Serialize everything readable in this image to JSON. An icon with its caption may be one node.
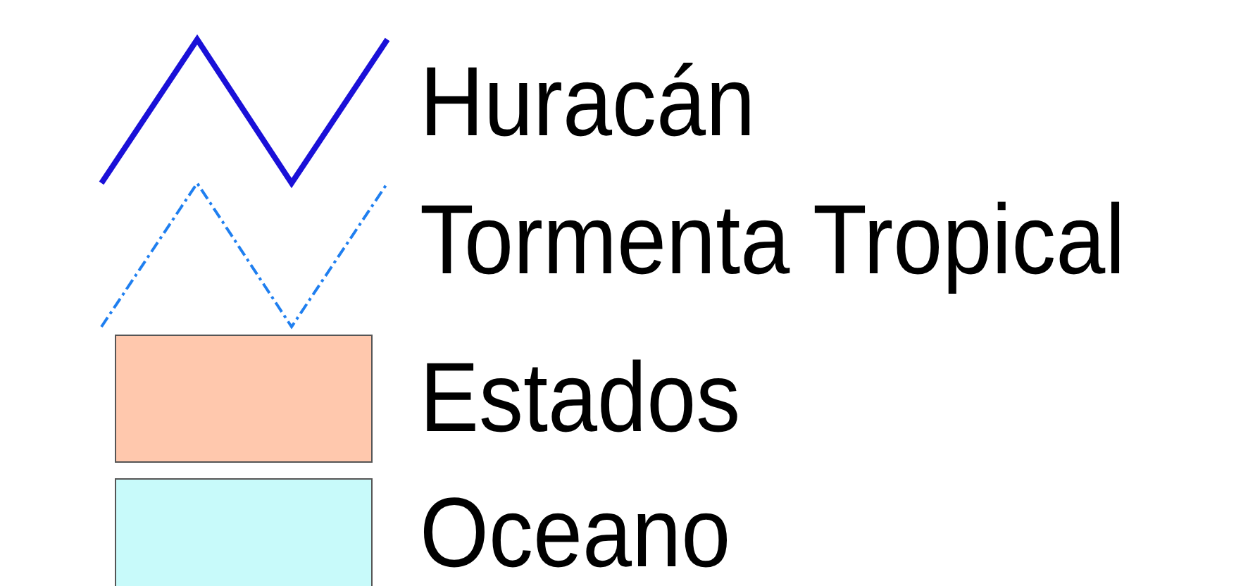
{
  "diagram": {
    "legend": [
      {
        "text": "Huracán"
      },
      {
        "text": "Tormenta Tropical"
      },
      {
        "text": "Estados",
        "color": "#ffc8ad"
      },
      {
        "text": "Oceano",
        "color": "#c8fafa"
      }
    ]
  }
}
